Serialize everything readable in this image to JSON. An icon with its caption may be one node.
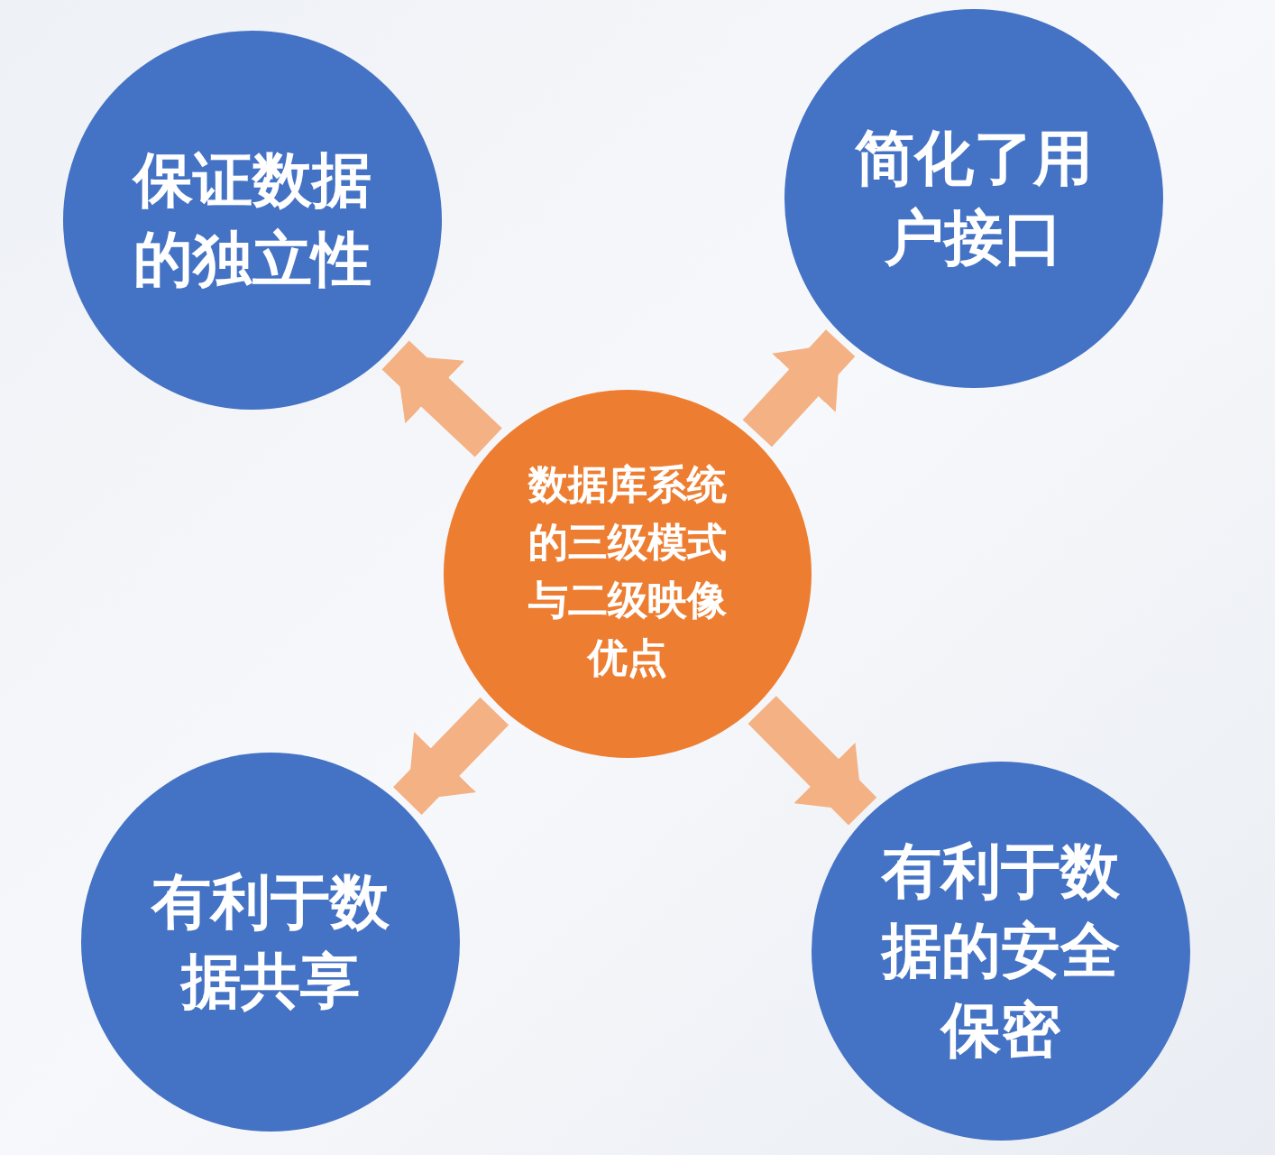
{
  "diagram": {
    "nodes": [
      {
        "text": [
          "数据库系统的三级模式与二级映像优点"
        ]
      },
      {
        "text": [
          "保证数据的独立性"
        ]
      },
      {
        "text": [
          "简化了用户接口"
        ]
      },
      {
        "text": [
          "有利于数据共享"
        ]
      },
      {
        "text": [
          "有利于数据的安全保密"
        ]
      }
    ],
    "edges": [
      {
        "from": 0,
        "to": 1,
        "arrow": "to"
      },
      {
        "from": 0,
        "to": 2,
        "arrow": "to"
      },
      {
        "from": 0,
        "to": 3,
        "arrow": "to"
      },
      {
        "from": 0,
        "to": 4,
        "arrow": "to"
      }
    ]
  }
}
